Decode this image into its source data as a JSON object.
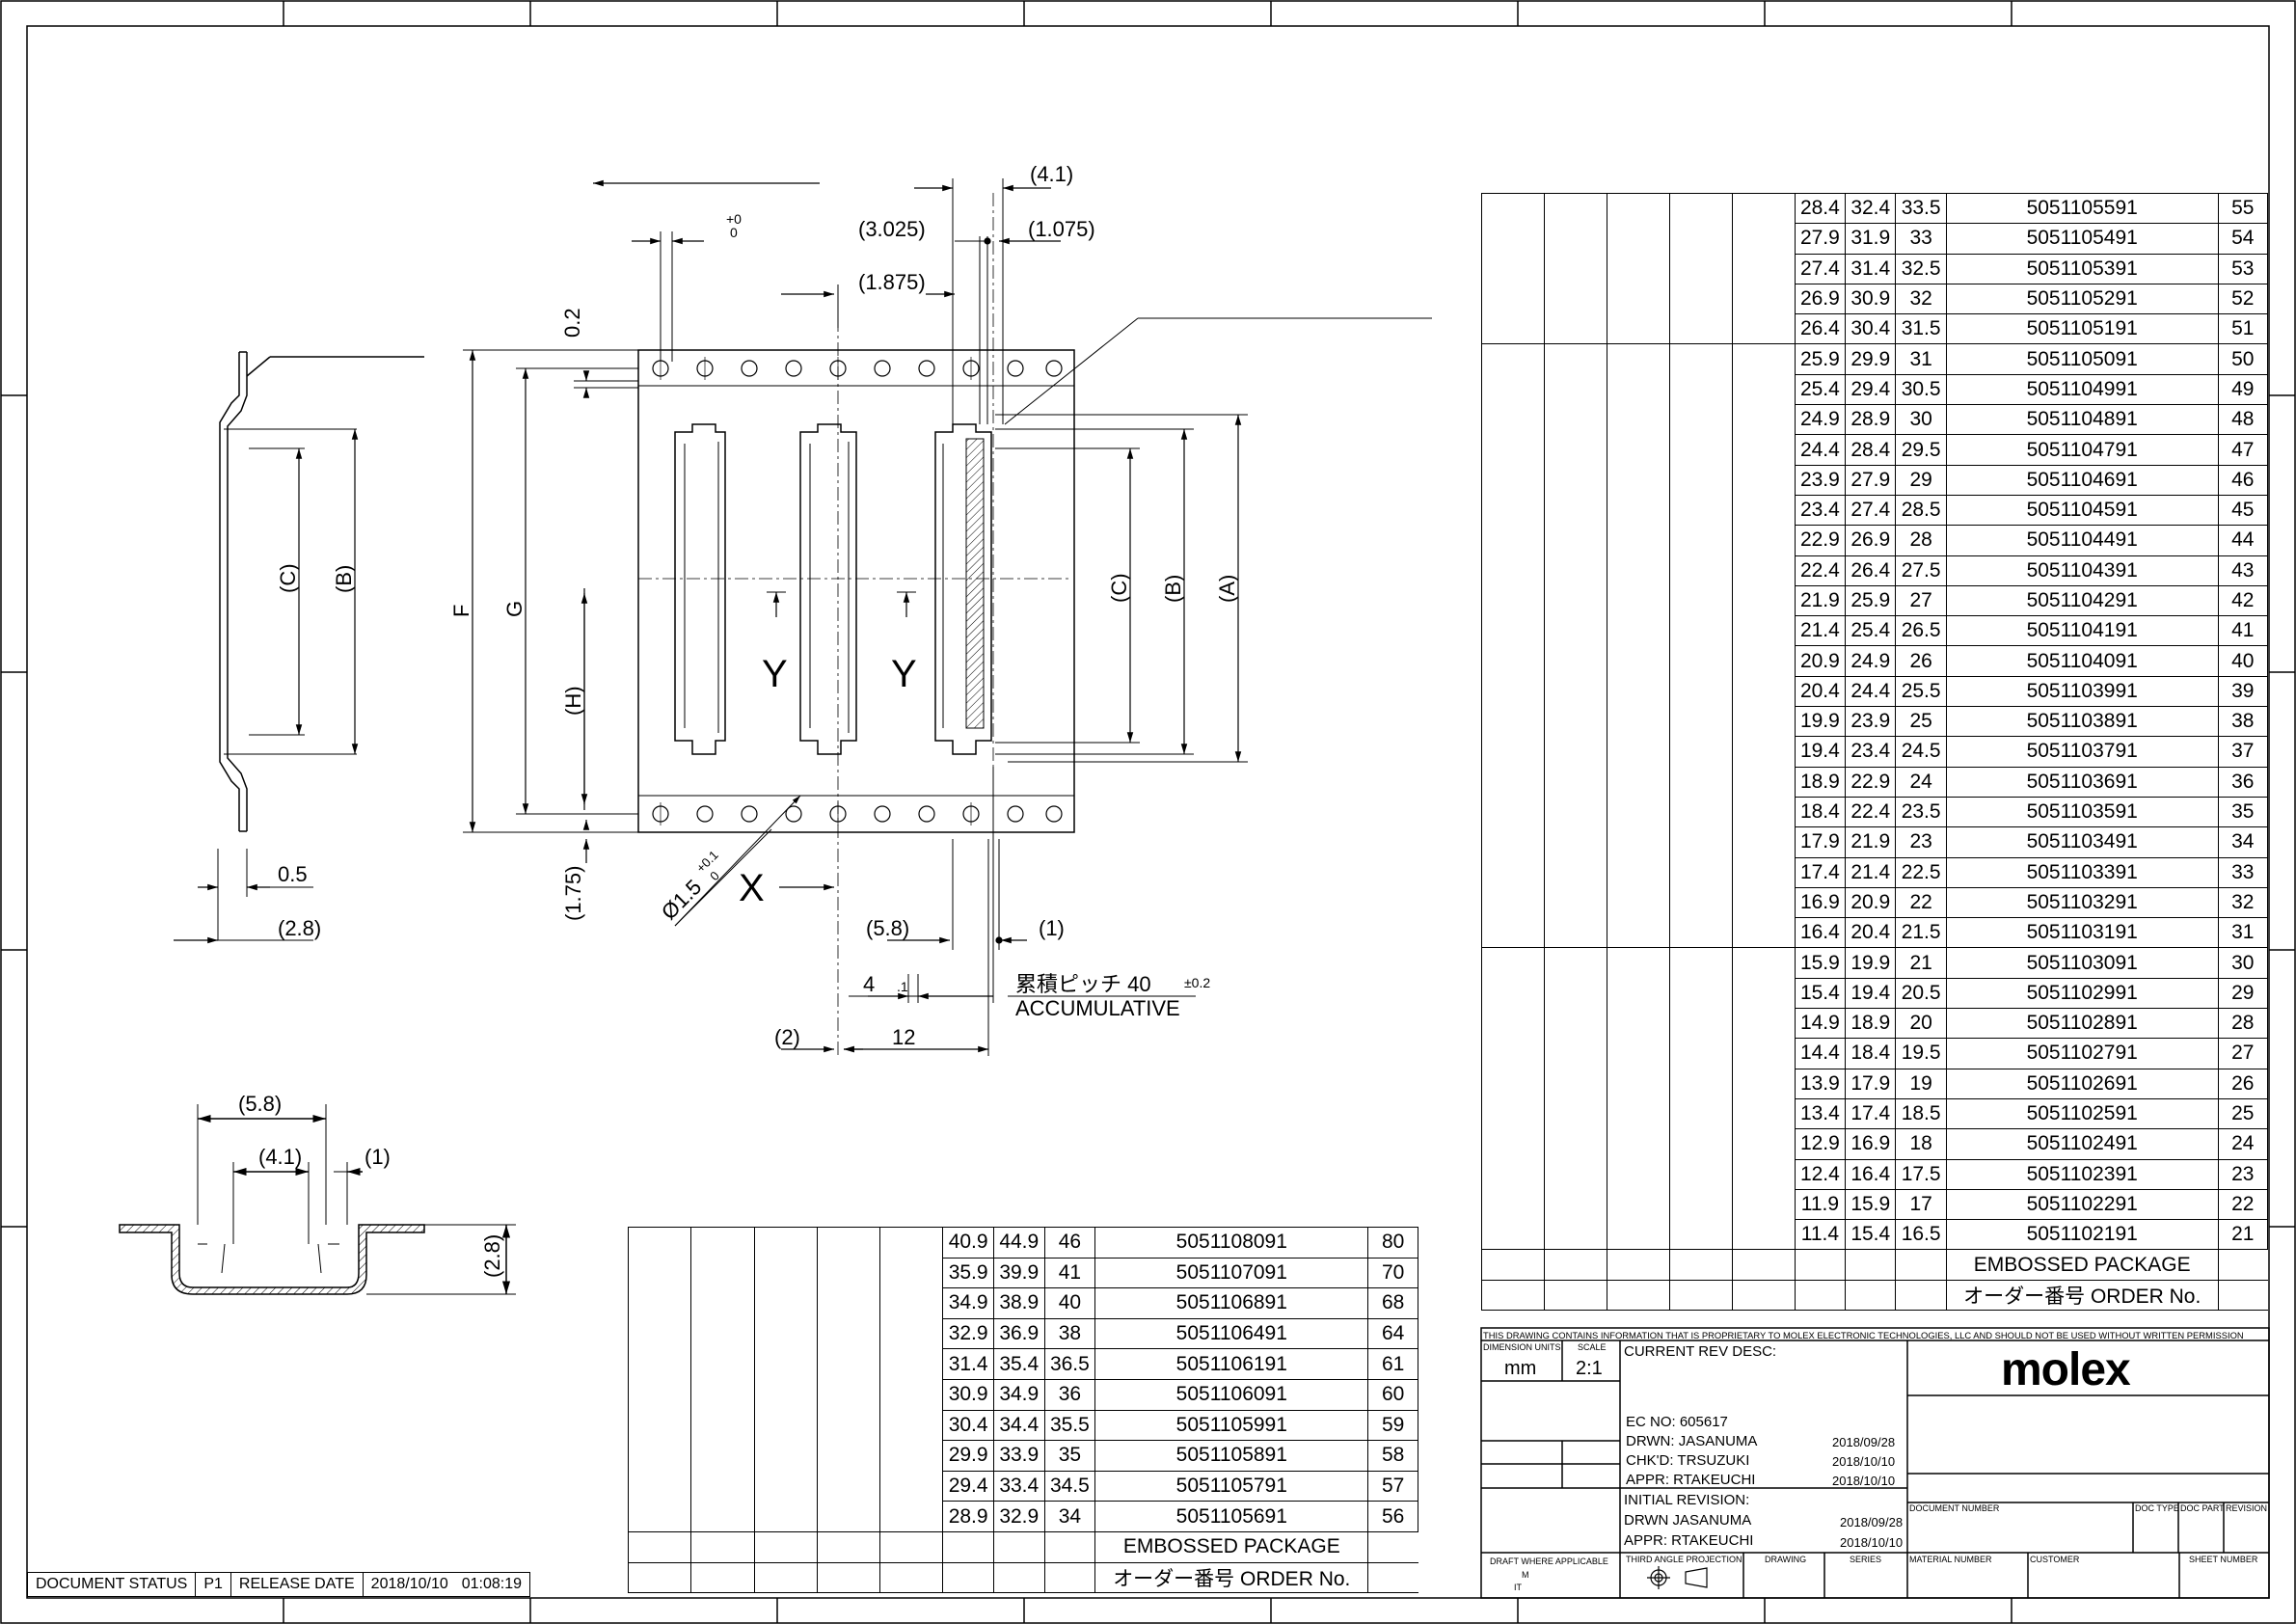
{
  "main_drawing": {
    "dims": {
      "d41": "(4.1)",
      "d3025": "(3.025)",
      "d1075": "(1.075)",
      "d1875": "(1.875)",
      "plus0": "+0",
      "zero": "0",
      "d02": "0.2",
      "F": "F",
      "G": "G",
      "H": "(H)",
      "C": "(C)",
      "B": "(B)",
      "A": "(A)",
      "Y1": "Y",
      "Y2": "Y",
      "X": "X",
      "d175": "(1.75)",
      "dia": "Ø1.5",
      "dia_tol_plus": "+0.1",
      "dia_tol_minus": "0",
      "d58": "(5.8)",
      "d1": "(1)",
      "d4": "4",
      "d01": ".1",
      "pitch_jp": "累積ピッチ 40",
      "pitch_tol": "±0.2",
      "accumulative": "ACCUMULATIVE",
      "d2": "(2)",
      "d12": "12"
    }
  },
  "side_view": {
    "C": "(C)",
    "B": "(B)",
    "d05": "0.5",
    "d28": "(2.8)"
  },
  "section_view": {
    "d58": "(5.8)",
    "d41": "(4.1)",
    "d1": "(1)",
    "d28": "(2.8)"
  },
  "big_table": {
    "rows": [
      [
        "28.4",
        "32.4",
        "33.5",
        "5051105591",
        "55"
      ],
      [
        "27.9",
        "31.9",
        "33",
        "5051105491",
        "54"
      ],
      [
        "27.4",
        "31.4",
        "32.5",
        "5051105391",
        "53"
      ],
      [
        "26.9",
        "30.9",
        "32",
        "5051105291",
        "52"
      ],
      [
        "26.4",
        "30.4",
        "31.5",
        "5051105191",
        "51"
      ],
      [
        "25.9",
        "29.9",
        "31",
        "5051105091",
        "50"
      ],
      [
        "25.4",
        "29.4",
        "30.5",
        "5051104991",
        "49"
      ],
      [
        "24.9",
        "28.9",
        "30",
        "5051104891",
        "48"
      ],
      [
        "24.4",
        "28.4",
        "29.5",
        "5051104791",
        "47"
      ],
      [
        "23.9",
        "27.9",
        "29",
        "5051104691",
        "46"
      ],
      [
        "23.4",
        "27.4",
        "28.5",
        "5051104591",
        "45"
      ],
      [
        "22.9",
        "26.9",
        "28",
        "5051104491",
        "44"
      ],
      [
        "22.4",
        "26.4",
        "27.5",
        "5051104391",
        "43"
      ],
      [
        "21.9",
        "25.9",
        "27",
        "5051104291",
        "42"
      ],
      [
        "21.4",
        "25.4",
        "26.5",
        "5051104191",
        "41"
      ],
      [
        "20.9",
        "24.9",
        "26",
        "5051104091",
        "40"
      ],
      [
        "20.4",
        "24.4",
        "25.5",
        "5051103991",
        "39"
      ],
      [
        "19.9",
        "23.9",
        "25",
        "5051103891",
        "38"
      ],
      [
        "19.4",
        "23.4",
        "24.5",
        "5051103791",
        "37"
      ],
      [
        "18.9",
        "22.9",
        "24",
        "5051103691",
        "36"
      ],
      [
        "18.4",
        "22.4",
        "23.5",
        "5051103591",
        "35"
      ],
      [
        "17.9",
        "21.9",
        "23",
        "5051103491",
        "34"
      ],
      [
        "17.4",
        "21.4",
        "22.5",
        "5051103391",
        "33"
      ],
      [
        "16.9",
        "20.9",
        "22",
        "5051103291",
        "32"
      ],
      [
        "16.4",
        "20.4",
        "21.5",
        "5051103191",
        "31"
      ],
      [
        "15.9",
        "19.9",
        "21",
        "5051103091",
        "30"
      ],
      [
        "15.4",
        "19.4",
        "20.5",
        "5051102991",
        "29"
      ],
      [
        "14.9",
        "18.9",
        "20",
        "5051102891",
        "28"
      ],
      [
        "14.4",
        "18.4",
        "19.5",
        "5051102791",
        "27"
      ],
      [
        "13.9",
        "17.9",
        "19",
        "5051102691",
        "26"
      ],
      [
        "13.4",
        "17.4",
        "18.5",
        "5051102591",
        "25"
      ],
      [
        "12.9",
        "16.9",
        "18",
        "5051102491",
        "24"
      ],
      [
        "12.4",
        "16.4",
        "17.5",
        "5051102391",
        "23"
      ],
      [
        "11.9",
        "15.9",
        "17",
        "5051102291",
        "22"
      ],
      [
        "11.4",
        "15.4",
        "16.5",
        "5051102191",
        "21"
      ]
    ],
    "header_1": "EMBOSSED PACKAGE",
    "header_2": "オーダー番号 ORDER No."
  },
  "small_table": {
    "rows": [
      [
        "40.9",
        "44.9",
        "46",
        "5051108091",
        "80"
      ],
      [
        "35.9",
        "39.9",
        "41",
        "5051107091",
        "70"
      ],
      [
        "34.9",
        "38.9",
        "40",
        "5051106891",
        "68"
      ],
      [
        "32.9",
        "36.9",
        "38",
        "5051106491",
        "64"
      ],
      [
        "31.4",
        "35.4",
        "36.5",
        "5051106191",
        "61"
      ],
      [
        "30.9",
        "34.9",
        "36",
        "5051106091",
        "60"
      ],
      [
        "30.4",
        "34.4",
        "35.5",
        "5051105991",
        "59"
      ],
      [
        "29.9",
        "33.9",
        "35",
        "5051105891",
        "58"
      ],
      [
        "29.4",
        "33.4",
        "34.5",
        "5051105791",
        "57"
      ],
      [
        "28.9",
        "32.9",
        "34",
        "5051105691",
        "56"
      ]
    ],
    "header_1": "EMBOSSED PACKAGE",
    "header_2": "オーダー番号 ORDER No."
  },
  "title_block": {
    "proprietary": "THIS DRAWING CONTAINS INFORMATION THAT IS PROPRIETARY TO MOLEX ELECTRONIC TECHNOLOGIES, LLC AND SHOULD NOT BE USED WITHOUT WRITTEN PERMISSION",
    "dimension_units_label": "DIMENSION UNITS",
    "scale_label": "SCALE",
    "units": "mm",
    "scale": "2:1",
    "current_rev_desc": "CURRENT REV DESC:",
    "ec_no": "EC NO:  605617",
    "drwn": "DRWN:  JASANUMA",
    "drwn_date": "2018/09/28",
    "chkd": "CHK'D:  TRSUZUKI",
    "chkd_date": "2018/10/10",
    "appr": "APPR:   RTAKEUCHI",
    "appr_date": "2018/10/10",
    "initial_revision": "INITIAL REVISION:",
    "init_drwn": "DRWN   JASANUMA",
    "init_drwn_date": "2018/09/28",
    "init_appr": "APPR:   RTAKEUCHI",
    "init_appr_date": "2018/10/10",
    "document_number": "DOCUMENT NUMBER",
    "doc_type": "DOC TYPE",
    "doc_part": "DOC PART",
    "revision": "REVISION",
    "draft_where": "DRAFT WHERE APPLICABLE",
    "draft_m": "M",
    "draft_it": "IT",
    "third_angle": "THIRD ANGLE PROJECTION",
    "drawing": "DRAWING",
    "series": "SERIES",
    "material_number": "MATERIAL NUMBER",
    "customer": "CUSTOMER",
    "sheet_number": "SHEET NUMBER",
    "logo": "molex"
  },
  "status_bar": {
    "document_status_label": "DOCUMENT STATUS",
    "document_status": "P1",
    "release_date_label": "RELEASE DATE",
    "release_date": "2018/10/10",
    "release_time": "01:08:19"
  }
}
